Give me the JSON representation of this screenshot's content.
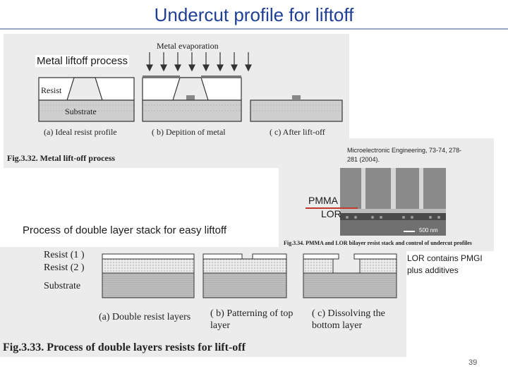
{
  "slide": {
    "title": "Undercut profile for liftoff",
    "page_number": "39"
  },
  "fig332": {
    "process_label": "Metal liftoff process",
    "evaporation_label": "Metal evaporation",
    "resist_label": "Resist",
    "substrate_label": "Substrate",
    "caption_a": "(a) Ideal resist profile",
    "caption_b": "( b) Depition of metal",
    "caption_c": "( c) After lift-off",
    "fig_caption": "Fig.3.32. Metal lift-off process"
  },
  "fig334": {
    "reference": "Microelectronic Engineering, 73-74, 278-281 (2004).",
    "pmma_label": "PMMA",
    "lor_label": "LOR",
    "scale_label": "500 nm",
    "fig_caption": "Fig.3.34. PMMA and LOR bilayer resist stack and control of undercut profiles",
    "colors": {
      "pmma_line": "#c0392b",
      "lor_line": "#c0392b"
    }
  },
  "fig333": {
    "process_label": "Process of double layer stack for easy liftoff",
    "resist1_label": "Resist (1 )",
    "resist2_label": "Resist (2 )",
    "substrate_label": "Substrate",
    "caption_a": "(a) Double resist layers",
    "caption_b": "( b) Patterning of top layer",
    "caption_c": "( c) Dissolving the bottom layer",
    "fig_caption": "Fig.3.33. Process of double layers resists for lift-off",
    "note": "LOR contains PMGI plus additives"
  }
}
